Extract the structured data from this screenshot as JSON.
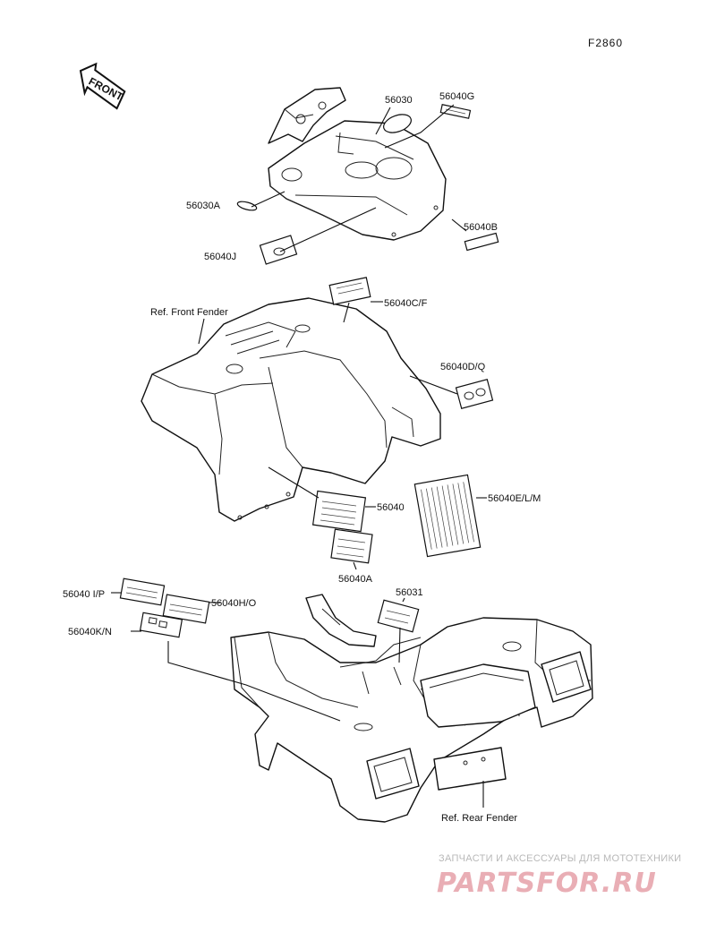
{
  "figure_code": "F2860",
  "front_label": "FRONT",
  "labels": {
    "p56030": "56030",
    "p56040G": "56040G",
    "p56030A": "56030A",
    "p56040B": "56040B",
    "p56040J": "56040J",
    "p56040CF": "56040C/F",
    "ref_front_fender": "Ref. Front Fender",
    "p56040DQ": "56040D/Q",
    "p56040": "56040",
    "p56040ELM": "56040E/L/M",
    "p56040A": "56040A",
    "p56031": "56031",
    "p56040IP": "56040 I/P",
    "p56040HO": "56040H/O",
    "p56040KN": "56040K/N",
    "ref_rear_fender": "Ref. Rear Fender"
  },
  "watermark": {
    "caption": "ЗАПЧАСТИ И АКСЕССУАРЫ ДЛЯ МОТОТЕХНИКИ",
    "logo": "PARTSFOR.RU"
  }
}
